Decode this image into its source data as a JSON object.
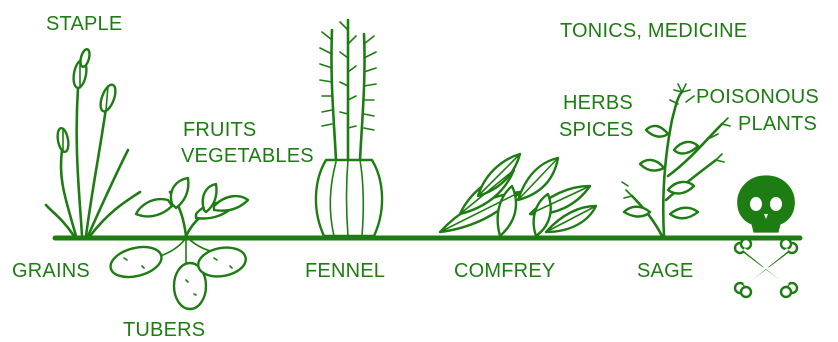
{
  "labels": {
    "staple": "STAPLE",
    "grains": "GRAINS",
    "fruits": "FRUITS",
    "vegetables": "VEGETABLES",
    "tubers": "TUBERS",
    "fennel": "FENNEL",
    "comfrey": "COMFREY",
    "tonics_medicine": "TONICS, MEDICINE",
    "herbs": "HERBS",
    "spices": "SPICES",
    "sage": "SAGE",
    "poisonous": "POISONOUS",
    "plants": "PLANTS"
  },
  "colors": {
    "ink": "#1e7d12",
    "background": "#ffffff"
  },
  "icons": [
    "grain-plant-icon",
    "tuber-plant-icon",
    "fennel-plant-icon",
    "comfrey-plant-icon",
    "sage-plant-icon",
    "skull-crossbones-icon"
  ]
}
